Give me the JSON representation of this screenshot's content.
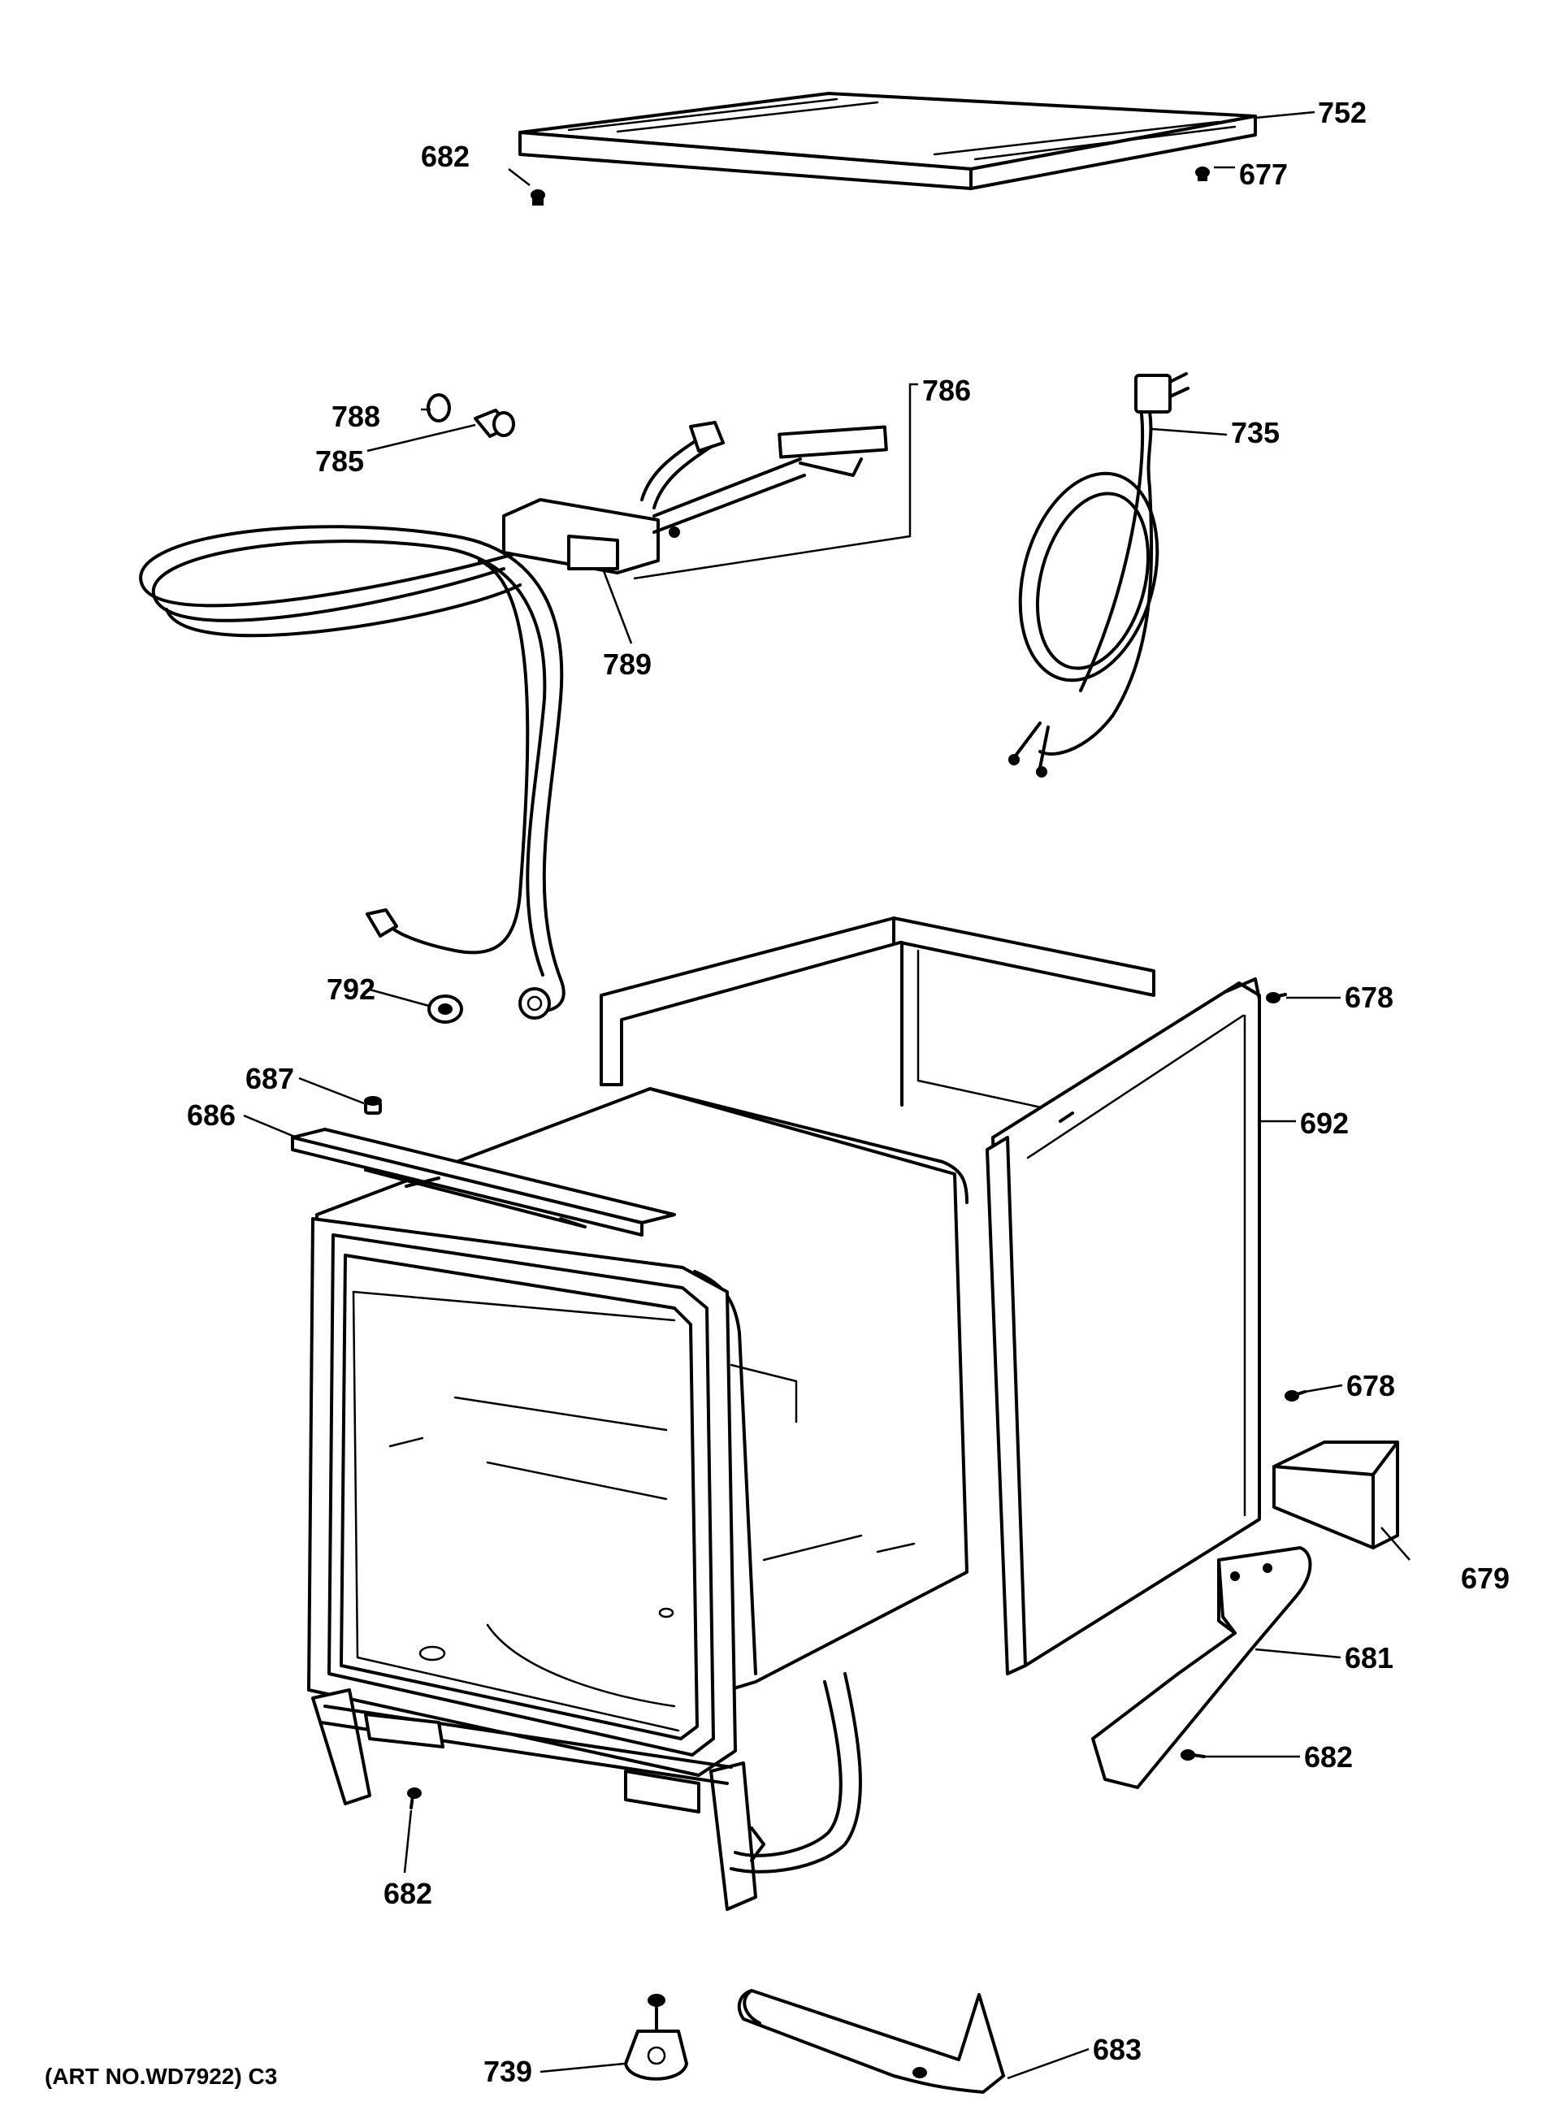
{
  "diagram": {
    "art_number": "(ART NO.WD7922) C3",
    "parts": {
      "top_panel": "752",
      "screw_top_left": "682",
      "screw_top_right": "677",
      "fill_hose_assembly": "786",
      "seal_ring": "788",
      "fitting": "785",
      "bracket_assembly": "789",
      "power_cord": "735",
      "drain_grommet": "792",
      "screw_side_top": "678",
      "side_panel": "692",
      "screw_side_mid": "678",
      "insulation_block": "679",
      "leg_bracket": "681",
      "screw_bracket": "682",
      "fastener_top_strip": "687",
      "top_strip": "686",
      "screw_base_left": "682",
      "leveling_leg": "739",
      "toe_support": "683"
    }
  }
}
